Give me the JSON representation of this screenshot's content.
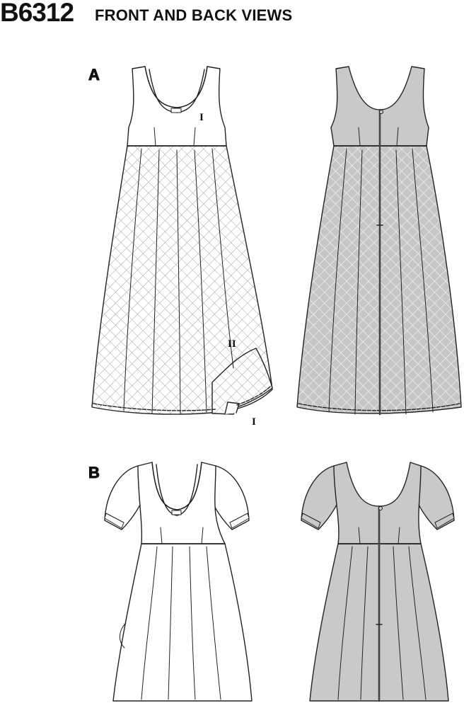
{
  "header": {
    "pattern_number": "B6312",
    "subtitle": "FRONT AND BACK VIEWS"
  },
  "views": [
    {
      "label": "A",
      "description": "Sleeveless empire-waist maxi dress with scoop neck and gathered skirt",
      "front": {
        "fabric": "diamond-lattice print on white",
        "markings": [
          "I",
          "II",
          "I"
        ],
        "neck_label_tag": true
      },
      "back": {
        "fabric": "diamond-lattice print on grey",
        "center_back_zipper": true
      }
    },
    {
      "label": "B",
      "description": "Short puff-sleeve empire-waist knee-length dress with scoop neck and gathered skirt",
      "front": {
        "fabric": "plain white",
        "side_pockets": true,
        "neck_label_tag": true
      },
      "back": {
        "fabric": "plain grey",
        "center_back_zipper": true
      }
    }
  ],
  "markings": {
    "a_bodice": "I",
    "a_skirt_overlay": "II",
    "a_lining": "I"
  },
  "colors": {
    "line": "#222222",
    "back_fill": "#c9c9c9",
    "front_fill": "#ffffff",
    "lattice": "#9a9a9a"
  }
}
